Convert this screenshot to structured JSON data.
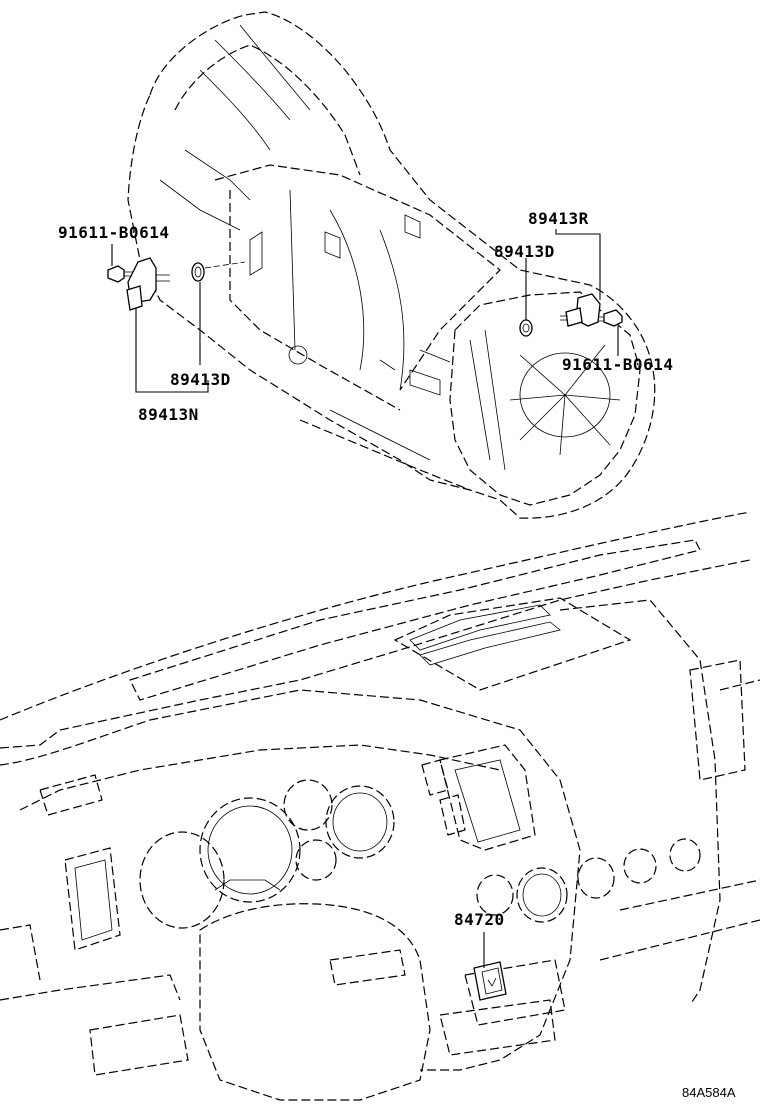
{
  "labels": {
    "bolt_left": "91611-B0614",
    "sensor_right": "89413R",
    "oring_right": "89413D",
    "bolt_right": "91611-B0614",
    "oring_left": "89413D",
    "sensor_left": "89413N",
    "switch": "84720"
  },
  "diagram_code": "84A584A"
}
